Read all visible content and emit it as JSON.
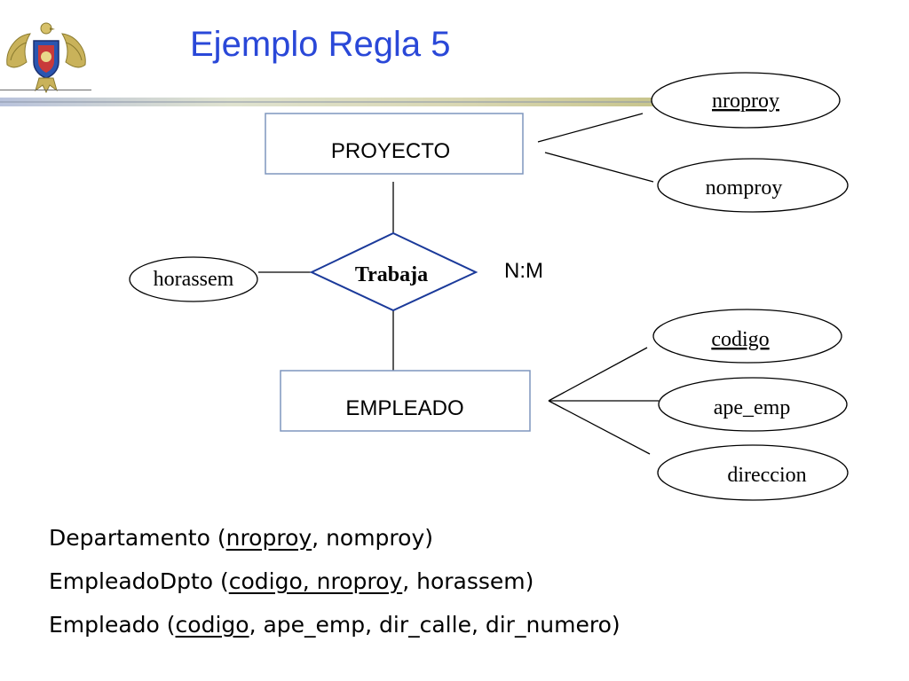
{
  "title": "Ejemplo Regla 5",
  "diagram": {
    "entities": {
      "proyecto": "PROYECTO",
      "empleado": "EMPLEADO"
    },
    "relationship": {
      "label": "Trabaja",
      "cardinality": "N:M"
    },
    "attributes": {
      "nroproy": "nroproy",
      "nomproy": "nomproy",
      "horassem": "horassem",
      "codigo": "codigo",
      "ape_emp": "ape_emp",
      "direccion": "direccion"
    },
    "key_attributes": [
      "nroproy",
      "codigo"
    ]
  },
  "schemas": {
    "line1": {
      "name": "Departamento (",
      "k1": "nroproy",
      "rest": ", nomproy)"
    },
    "line2": {
      "name": "EmpleadoDpto (",
      "k1": "codigo, nroproy",
      "rest": ", horassem)"
    },
    "line3": {
      "name": "Empleado (",
      "k1": "codigo",
      "rest": ", ape_emp, dir_calle, dir_numero)"
    }
  },
  "colors": {
    "title": "#2a48d8",
    "entity_border": "#7f95bd",
    "line": "#000000",
    "underline_accent": "#000000"
  }
}
